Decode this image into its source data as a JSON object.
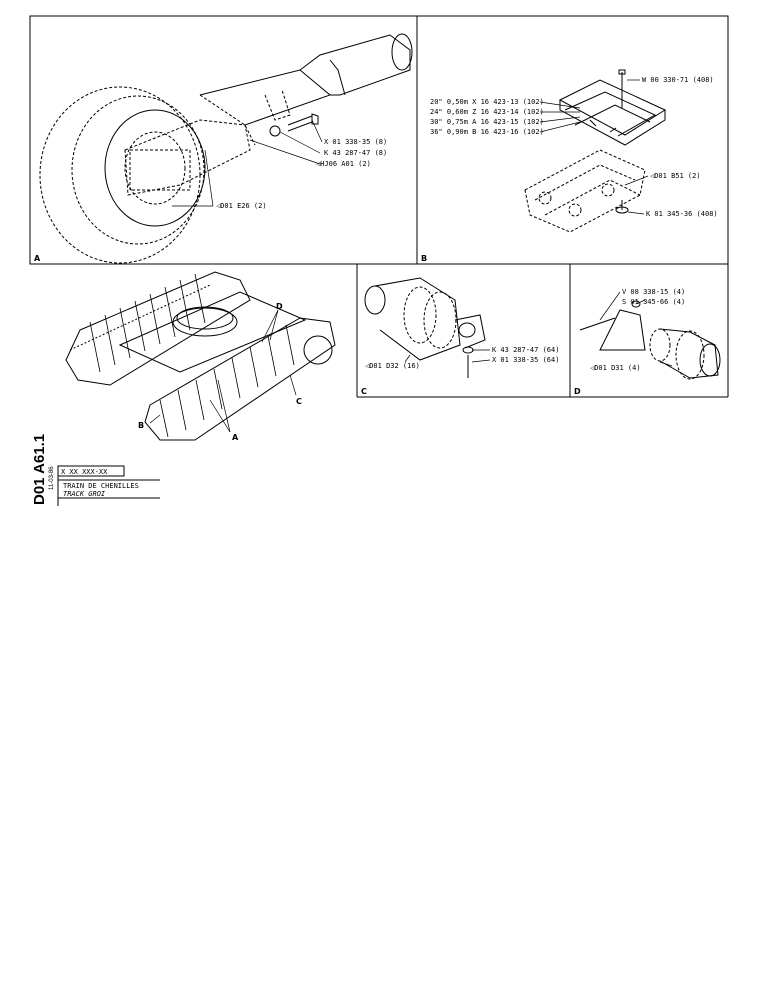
{
  "panels": {
    "a": {
      "letter": "A",
      "callouts": [
        "X 01 338-35 (8)",
        "K 43 287-47 (8)",
        "◁HJ06   A01 (2)",
        "◁D01  E26 (2)"
      ]
    },
    "b": {
      "letter": "B",
      "callouts": [
        "20\" 0,50m X 16 423-13 (102)",
        "24\" 0,60m Z 16 423-14 (102)",
        "30\" 0,75m A 16 423-15 (102)",
        "36\" 0,90m B 16 423-16 (102)",
        "W 00 330-71 (408)",
        "◁D01 B51 (2)",
        "K 01 345-36 (408)"
      ]
    },
    "c": {
      "letter": "C",
      "callouts": [
        "K 43 287-47 (64)",
        "X 01 338-35 (64)",
        "◁D01 D32 (16)"
      ]
    },
    "d": {
      "letter": "D",
      "callouts": [
        "V 08 338-15 (4)",
        "S 01 345-66 (4)",
        "◁D01 D31 (4)"
      ]
    },
    "overview": {
      "letters": [
        "D",
        "C",
        "B",
        "A"
      ]
    }
  },
  "sidebar": {
    "code": "D01 A61.1",
    "date": "11-03-86"
  },
  "titleblock": {
    "ref": "X XX  XXX-XX",
    "title_fr": "TRAIN DE CHENILLES",
    "title_en": "TRACK GROI"
  }
}
